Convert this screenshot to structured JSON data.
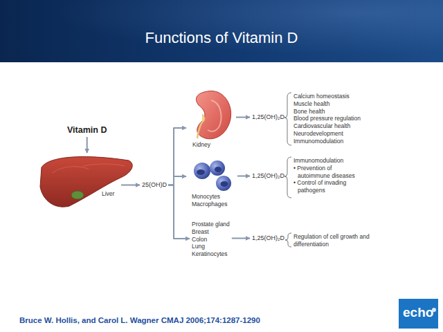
{
  "diagram": {
    "title": "Functions of Vitamin D",
    "nodes": [
      {
        "text": [
          "Vitamin D"
        ]
      },
      {
        "text": [
          "Liver"
        ]
      },
      {
        "text": [
          "25(OH)D"
        ]
      },
      {
        "text": [
          "Kidney"
        ]
      },
      {
        "text": [
          "Monocytes Macrophages"
        ]
      },
      {
        "text": [
          "Prostate gland",
          "Breast",
          "Colon",
          "Lung",
          "Keratinocytes"
        ]
      },
      {
        "text": [
          "1,25(OH)₂D"
        ]
      },
      {
        "text": [
          "1,25(OH)₂D"
        ]
      },
      {
        "text": [
          "1,25(OH)₂D"
        ]
      },
      {
        "text": [
          "Calcium homeostasis",
          "Muscle health",
          "Bone health",
          "Blood pressure regulation",
          "Cardiovascular health",
          "Neurodevelopment",
          "Immunomodulation"
        ]
      },
      {
        "text": [
          "Immunomodulation",
          "• Prevention of autoimmune diseases",
          "• Control of invading pathogens"
        ]
      },
      {
        "text": [
          "Regulation of cell growth and differentiation"
        ]
      }
    ],
    "edges": [
      {
        "from": 0,
        "to": 1,
        "arrow": "to"
      },
      {
        "from": 1,
        "to": 2,
        "arrow": "to"
      },
      {
        "from": 2,
        "to": 3,
        "arrow": "to"
      },
      {
        "from": 2,
        "to": 4,
        "arrow": "to"
      },
      {
        "from": 2,
        "to": 5,
        "arrow": "to"
      },
      {
        "from": 3,
        "to": 6,
        "arrow": "to"
      },
      {
        "from": 4,
        "to": 7,
        "arrow": "to"
      },
      {
        "from": 5,
        "to": 8,
        "arrow": "to"
      }
    ],
    "labels": [
      "Bruce W. Hollis, and Carol L. Wagner CMAJ 2006;174:1287-1290",
      "echo"
    ]
  }
}
